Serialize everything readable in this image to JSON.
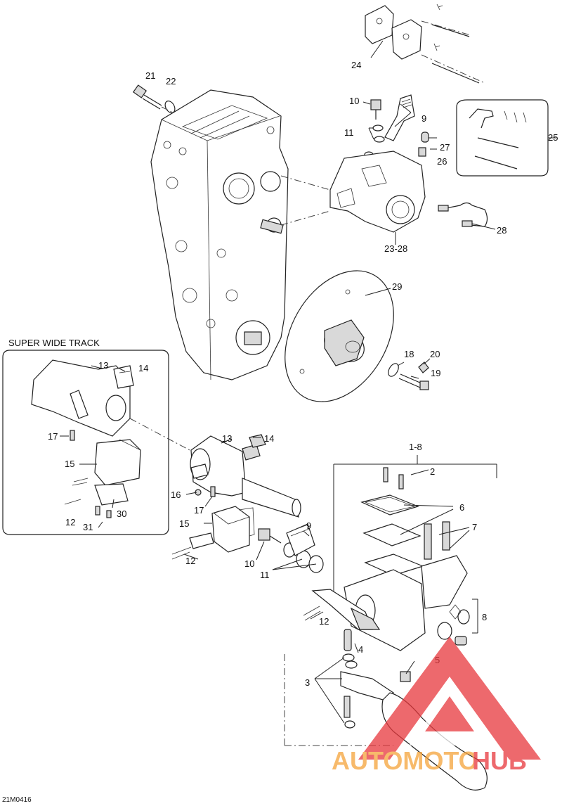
{
  "diagram": {
    "super_wide_track": "SUPER WIDE TRACK",
    "figure_code": "21M0416",
    "labels": {
      "l1_8": "1-8",
      "l2": "2",
      "l3": "3",
      "l4": "4",
      "l5": "5",
      "l6": "6",
      "l7": "7",
      "l8": "8",
      "l9a": "9",
      "l9b": "9",
      "l10a": "10",
      "l10b": "10",
      "l11a": "11",
      "l11b": "11",
      "l12a": "12",
      "l12b": "12",
      "l12c": "12",
      "l13a": "13",
      "l13b": "13",
      "l14a": "14",
      "l14b": "14",
      "l15a": "15",
      "l15b": "15",
      "l16": "16",
      "l17a": "17",
      "l17b": "17",
      "l18": "18",
      "l19": "19",
      "l20": "20",
      "l21": "21",
      "l22": "22",
      "l23_28": "23-28",
      "l24": "24",
      "l25": "25",
      "l26": "26",
      "l27": "27",
      "l28": "28",
      "l29": "29",
      "l30": "30",
      "l31": "31"
    },
    "watermark": {
      "part1": "AUTOMOTO",
      "part2": "HUB",
      "color_red": "#e8383d",
      "color_orange": "#f5a33a"
    }
  }
}
